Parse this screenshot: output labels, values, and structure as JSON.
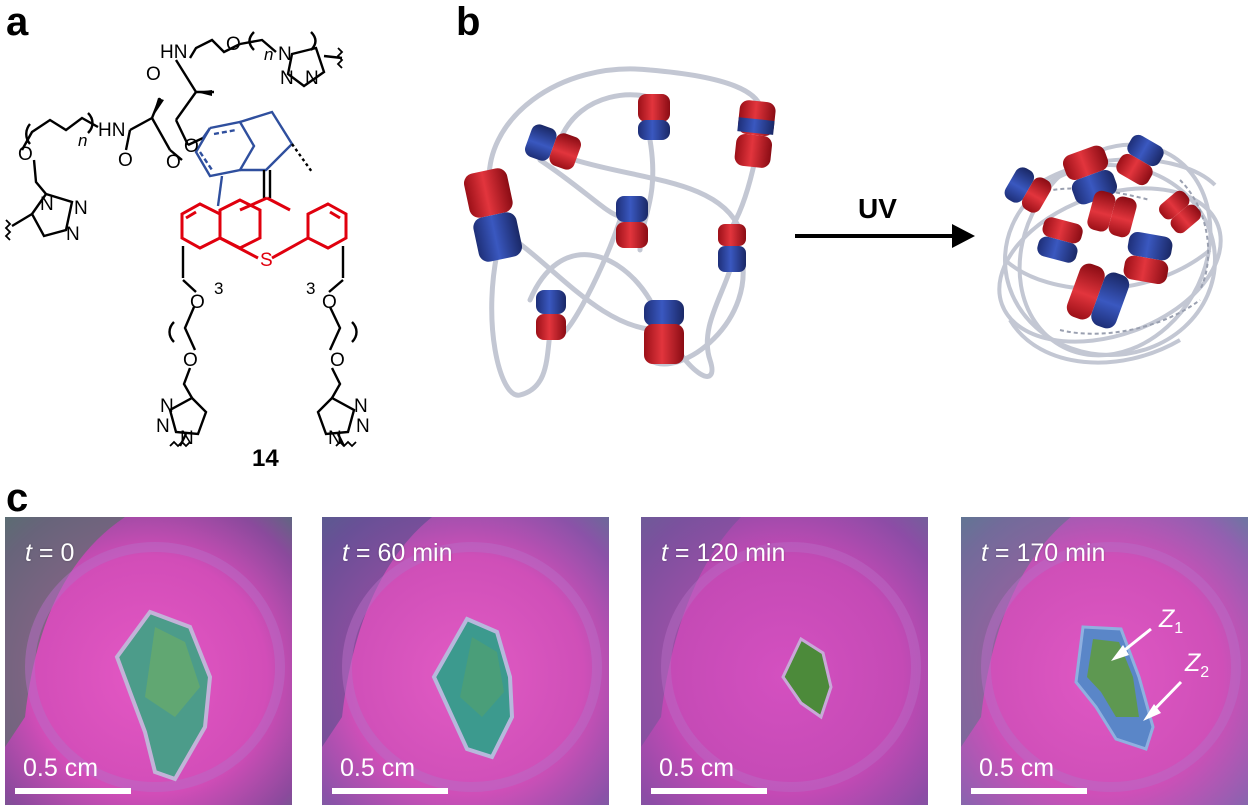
{
  "panels": {
    "a": "a",
    "b": "b",
    "c": "c"
  },
  "molecule": {
    "compound_number": "14",
    "atoms": {
      "HN": "HN",
      "O": "O",
      "N": "N",
      "S": "S",
      "n": "n",
      "three": "3"
    },
    "colors": {
      "thioxanthene": "#e0000e",
      "indane": "#2f4f9e",
      "backbone": "#000000"
    }
  },
  "scheme": {
    "arrow_label": "UV",
    "colors": {
      "motor_red": "#d8202a",
      "motor_blue": "#2e4aa8",
      "polymer_strand": "#c3c7d3"
    }
  },
  "photos": [
    {
      "t_symbol": "t",
      "time_text": " = 0",
      "scale_label": "0.5 cm"
    },
    {
      "t_symbol": "t",
      "time_text": " = 60 min",
      "scale_label": "0.5 cm"
    },
    {
      "t_symbol": "t",
      "time_text": " = 120 min",
      "scale_label": "0.5 cm"
    },
    {
      "t_symbol": "t",
      "time_text": " = 170 min",
      "scale_label": "0.5 cm",
      "zones": [
        {
          "symbol": "Z",
          "index": "1"
        },
        {
          "symbol": "Z",
          "index": "2"
        }
      ]
    }
  ]
}
